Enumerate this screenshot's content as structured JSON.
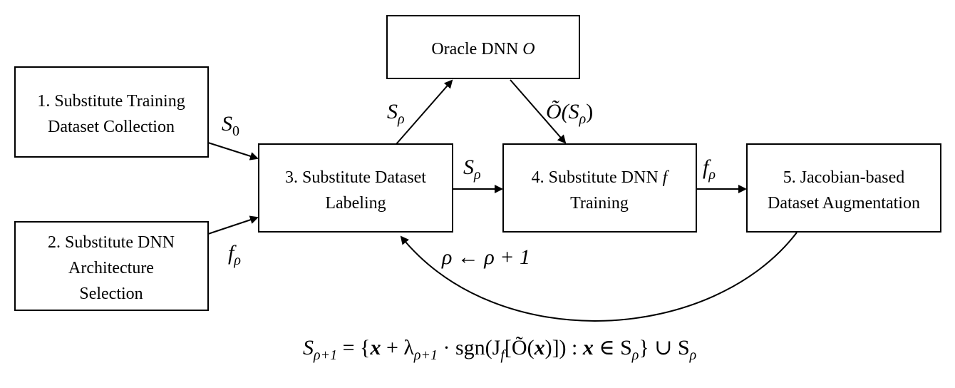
{
  "boxes": {
    "b1": {
      "line1": "1. Substitute Training",
      "line2": "Dataset Collection"
    },
    "b2": {
      "line1": "2. Substitute DNN",
      "line2": "Architecture",
      "line3": "Selection"
    },
    "b3": {
      "line1": "3. Substitute Dataset",
      "line2": "Labeling"
    },
    "oracle": {
      "text": "Oracle DNN ",
      "var": "O"
    },
    "b4": {
      "line1": "4. Substitute DNN ",
      "line1_var": "f",
      "line2": "Training"
    },
    "b5": {
      "line1": "5. Jacobian-based",
      "line2": "Dataset Augmentation"
    }
  },
  "edges": {
    "s0": {
      "main": "S",
      "sub": "0"
    },
    "f_rho_left": {
      "main": "f",
      "sub": "ρ"
    },
    "s_rho_up": {
      "main": "S",
      "sub": "ρ"
    },
    "oracle_out": {
      "main": "Õ(S",
      "sub": "ρ",
      "tail": ")"
    },
    "s_rho_mid": {
      "main": "S",
      "sub": "ρ"
    },
    "f_rho_right": {
      "main": "f",
      "sub": "ρ"
    },
    "loop": "ρ ← ρ + 1"
  },
  "formula": {
    "lhs_main": "S",
    "lhs_sub": "ρ+1",
    "eq": " = {",
    "x1": "x",
    "plus": " + λ",
    "lam_sub": "ρ+1",
    "sgn": " · sgn(J",
    "j_sub": "f",
    "bracket": "[Õ(",
    "x2": "x",
    "close": ")]) : ",
    "x3": "x",
    "in": " ∈ S",
    "in_sub": "ρ",
    "union": "} ∪ S",
    "union_sub": "ρ"
  }
}
